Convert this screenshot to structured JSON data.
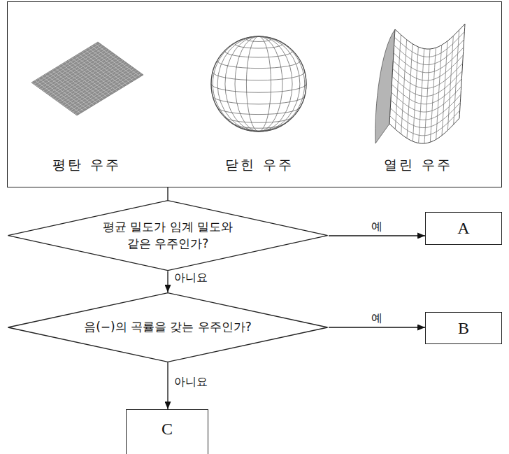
{
  "diagram": {
    "nodes": [
      {
        "text": [
          "평탄 우주",
          "닫힌 우주",
          "열린 우주"
        ]
      },
      {
        "text": [
          "평균 밀도가 임계 밀도와 같은 우주인가?"
        ]
      },
      {
        "text": [
          "A"
        ]
      },
      {
        "text": [
          "음(−)의 곡률을 갖는 우주인가?"
        ]
      },
      {
        "text": [
          "B"
        ]
      },
      {
        "text": [
          "C"
        ]
      }
    ],
    "edges": [
      {
        "from": 0,
        "to": 1,
        "arrow": "none"
      },
      {
        "from": 1,
        "to": 2,
        "label": "예",
        "arrow": "to"
      },
      {
        "from": 1,
        "to": 3,
        "label": "아니요",
        "arrow": "to"
      },
      {
        "from": 3,
        "to": 4,
        "label": "예",
        "arrow": "to"
      },
      {
        "from": 3,
        "to": 5,
        "label": "아니요",
        "arrow": "to"
      }
    ]
  }
}
